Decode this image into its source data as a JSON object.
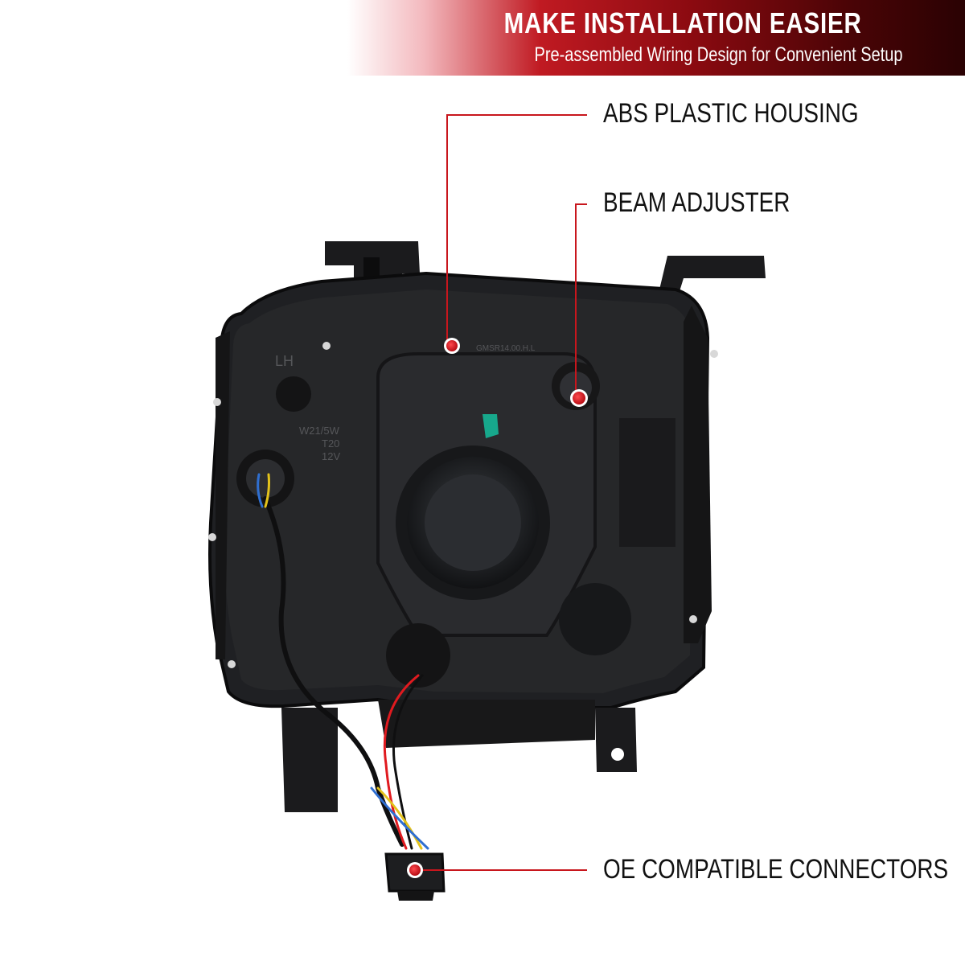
{
  "banner": {
    "title": "MAKE INSTALLATION EASIER",
    "subtitle": "Pre-assembled Wiring Design for Convenient Setup"
  },
  "callouts": {
    "housing": "ABS PLASTIC HOUSING",
    "adjuster": "BEAM ADJUSTER",
    "connectors": "OE COMPATIBLE CONNECTORS"
  },
  "product": {
    "side_mark": "LH",
    "bulb_line1": "W21/5W",
    "bulb_line2": "T20",
    "bulb_line3": "12V",
    "part_mark": "GMSR14.00.H.L"
  },
  "colors": {
    "accent": "#c8161d",
    "housing": "#1c1c1e",
    "marker": "#d0121a"
  }
}
